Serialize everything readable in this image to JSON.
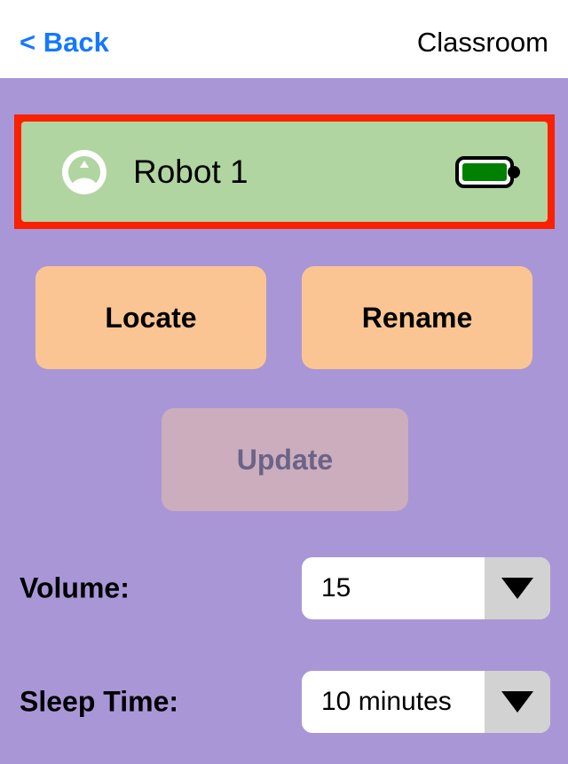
{
  "nav": {
    "back_label": "< Back",
    "title": "Classroom"
  },
  "robot_card": {
    "icon": "robot-circle-icon",
    "name": "Robot 1",
    "battery_icon": "battery-full-icon",
    "battery_level_percent": 100,
    "selected": true,
    "highlight_color": "#fb2000",
    "card_color": "#b0d5a0"
  },
  "actions": {
    "locate_label": "Locate",
    "rename_label": "Rename",
    "update_label": "Update",
    "update_disabled": true,
    "button_color": "#fac592",
    "disabled_button_color": "#cbadbd",
    "disabled_text_color": "#6b6388"
  },
  "settings": {
    "volume": {
      "label": "Volume:",
      "value": "15",
      "arrow_icon": "chevron-down-icon"
    },
    "sleep_time": {
      "label": "Sleep Time:",
      "value": "10 minutes",
      "arrow_icon": "chevron-down-icon"
    }
  },
  "theme": {
    "background": "#a996d6",
    "header_background": "#ffffff",
    "accent_blue": "#1478ff"
  }
}
